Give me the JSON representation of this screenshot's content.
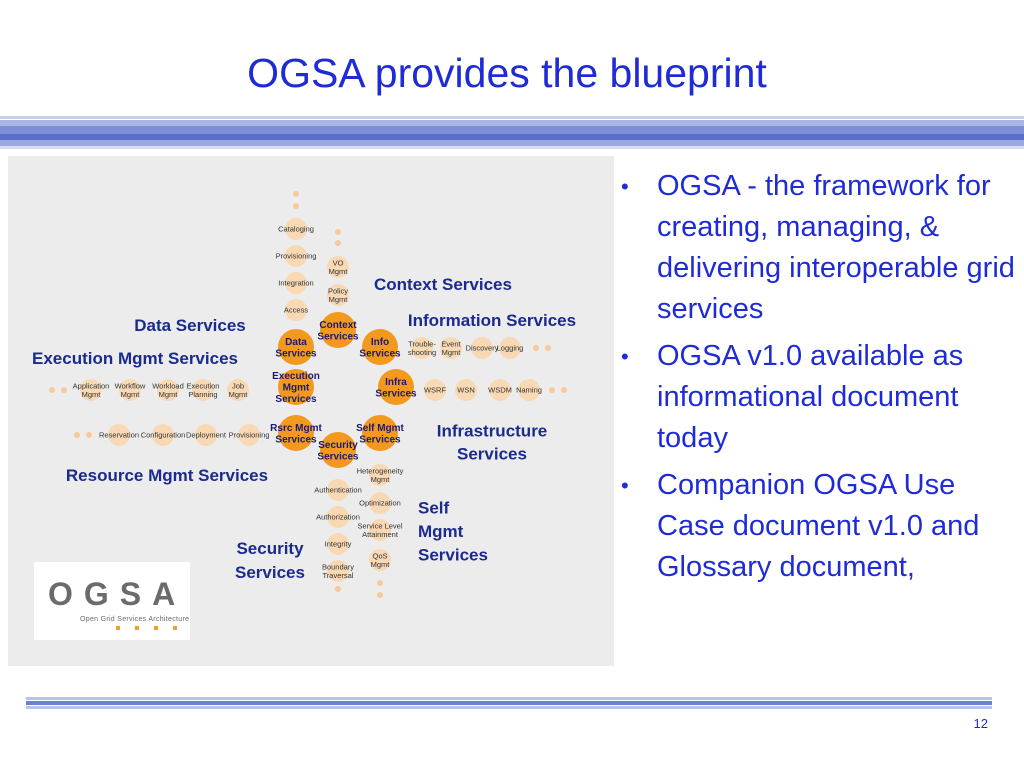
{
  "title": "OGSA provides the blueprint",
  "page_number": "12",
  "bullets": [
    "OGSA - the framework for creating, managing, & delivering interoperable grid services",
    "OGSA v1.0 available as informational document today",
    "Companion OGSA Use Case document v1.0 and Glossary document,"
  ],
  "logo": {
    "text": "OGSA",
    "subtitle": "Open Grid Services Architecture"
  },
  "colors": {
    "title": "#1f2bd6",
    "label_dark": "#1a2a8f",
    "node_main": "#f39a1e",
    "node_light": "#f8d9b4",
    "dot": "#f8c99a",
    "panel": "#ececec"
  },
  "diagram": {
    "group_labels": {
      "context": "Context Services",
      "information": "Information Services",
      "data": "Data Services",
      "execution": "Execution Mgmt Services",
      "infrastructure": [
        "Infrastructure",
        "Services"
      ],
      "resource": "Resource Mgmt Services",
      "self": [
        "Self",
        "Mgmt",
        "Services"
      ],
      "security": [
        "Security",
        "Services"
      ]
    },
    "main_nodes": {
      "context": [
        "Context",
        "Services"
      ],
      "data": [
        "Data",
        "Services"
      ],
      "info": [
        "Info",
        "Services"
      ],
      "execution": [
        "Execution",
        "Mgmt",
        "Services"
      ],
      "infra": [
        "Infra",
        "Services"
      ],
      "rsrc": [
        "Rsrc Mgmt",
        "Services"
      ],
      "self": [
        "Self Mgmt",
        "Services"
      ],
      "security": [
        "Security",
        "Services"
      ]
    },
    "sub_nodes": {
      "data": [
        "Cataloging",
        "Provisioning",
        "Integration",
        "Access"
      ],
      "context": [
        [
          "VO",
          "Mgmt"
        ],
        [
          "Policy",
          "Mgmt"
        ]
      ],
      "info": [
        [
          "Trouble-",
          "shooting"
        ],
        [
          "Event",
          "Mgmt"
        ],
        [
          "Discovery"
        ],
        [
          "Logging"
        ]
      ],
      "execution": [
        [
          "Application",
          "Mgmt"
        ],
        [
          "Workflow",
          "Mgmt"
        ],
        [
          "Workload",
          "Mgmt"
        ],
        [
          "Execution",
          "Planning"
        ],
        [
          "Job",
          "Mgmt"
        ]
      ],
      "infra": [
        "WSRF",
        "WSN",
        "WSDM",
        "Naming"
      ],
      "resource": [
        "Reservation",
        "Configuration",
        "Deployment",
        "Provisioning"
      ],
      "security": [
        "Authentication",
        "Authorization",
        "Integrity",
        [
          "Boundary",
          "Traversal"
        ]
      ],
      "self": [
        [
          "Heterogeneity",
          "Mgmt"
        ],
        [
          "Optimization"
        ],
        [
          "Service Level",
          "Attainment"
        ],
        [
          "QoS",
          "Mgmt"
        ]
      ]
    }
  }
}
